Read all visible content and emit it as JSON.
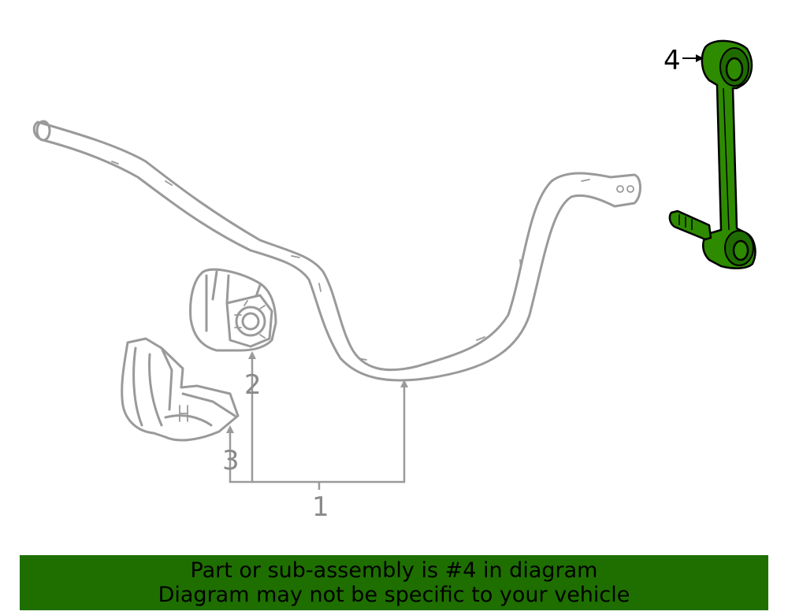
{
  "callouts": {
    "one": "1",
    "two": "2",
    "three": "3",
    "four": "4"
  },
  "banner": {
    "line1": "Part or sub-assembly is #4 in diagram",
    "line2": "Diagram may not be specific to your vehicle"
  },
  "colors": {
    "highlight_part": "#2e8b00",
    "banner_bg": "#1e6f00",
    "outline": "#9a9a9a"
  }
}
